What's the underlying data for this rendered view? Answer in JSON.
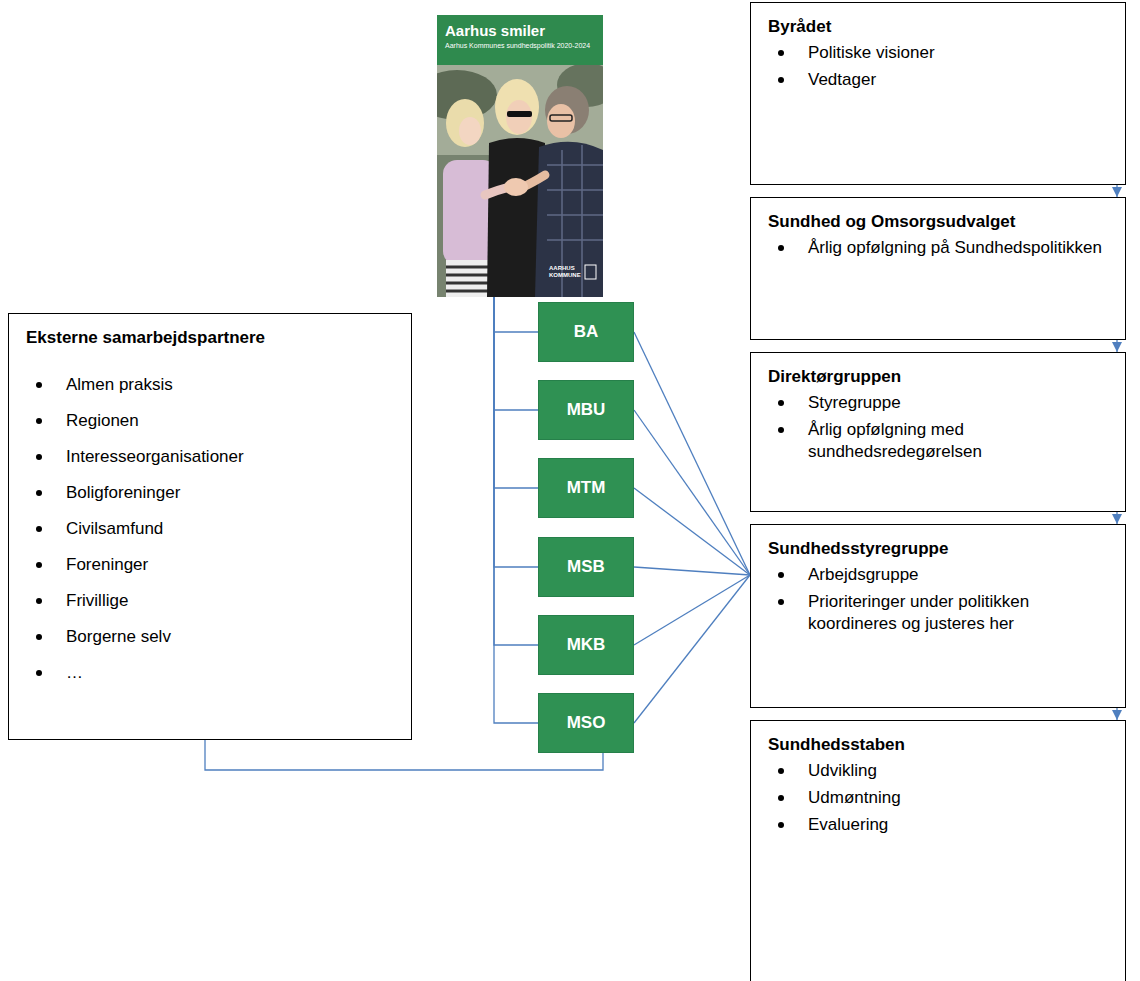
{
  "diagram": {
    "nodes": [
      {
        "text": [
          "Aarhus smiler",
          "Aarhus Kommunes sundhedspolitik 2020-2024",
          "AARHUS KOMMUNE"
        ]
      },
      {
        "text": [
          "BA"
        ]
      },
      {
        "text": [
          "MBU"
        ]
      },
      {
        "text": [
          "MTM"
        ]
      },
      {
        "text": [
          "MSB"
        ]
      },
      {
        "text": [
          "MKB"
        ]
      },
      {
        "text": [
          "MSO"
        ]
      },
      {
        "text": [
          "Eksterne samarbejdspartnere",
          "Almen praksis",
          "Regionen",
          "Interesseorganisationer",
          "Boligforeninger",
          "Civilsamfund",
          "Foreninger",
          "Frivillige",
          "Borgerne selv",
          "…"
        ]
      },
      {
        "text": [
          "Byrådet",
          "Politiske visioner",
          "Vedtager"
        ]
      },
      {
        "text": [
          "Sundhed og Omsorgsudvalget",
          "Årlig opfølgning på Sundhedspolitikken"
        ]
      },
      {
        "text": [
          "Direktørgruppen",
          "Styregruppe",
          "Årlig opfølgning med sundhedsredegørelsen"
        ]
      },
      {
        "text": [
          "Sundhedsstyregruppe",
          "Arbejdsgruppe",
          "Prioriteringer under politikken koordineres og justeres her"
        ]
      },
      {
        "text": [
          "Sundhedsstaben",
          "Udvikling",
          "Udmøntning",
          "Evaluering"
        ]
      }
    ],
    "edges": [
      {
        "from": 0,
        "to": 1,
        "arrow": "none"
      },
      {
        "from": 0,
        "to": 2,
        "arrow": "none"
      },
      {
        "from": 0,
        "to": 3,
        "arrow": "none"
      },
      {
        "from": 0,
        "to": 4,
        "arrow": "none"
      },
      {
        "from": 0,
        "to": 5,
        "arrow": "none"
      },
      {
        "from": 0,
        "to": 6,
        "arrow": "none"
      },
      {
        "from": 1,
        "to": 11,
        "arrow": "none"
      },
      {
        "from": 2,
        "to": 11,
        "arrow": "none"
      },
      {
        "from": 3,
        "to": 11,
        "arrow": "none"
      },
      {
        "from": 4,
        "to": 11,
        "arrow": "none"
      },
      {
        "from": 5,
        "to": 11,
        "arrow": "none"
      },
      {
        "from": 6,
        "to": 11,
        "arrow": "none"
      },
      {
        "from": 7,
        "to": 6,
        "arrow": "none"
      },
      {
        "from": 8,
        "to": 9,
        "arrow": "to"
      },
      {
        "from": 9,
        "to": 10,
        "arrow": "to"
      },
      {
        "from": 10,
        "to": 11,
        "arrow": "to"
      },
      {
        "from": 11,
        "to": 12,
        "arrow": "to"
      }
    ]
  }
}
